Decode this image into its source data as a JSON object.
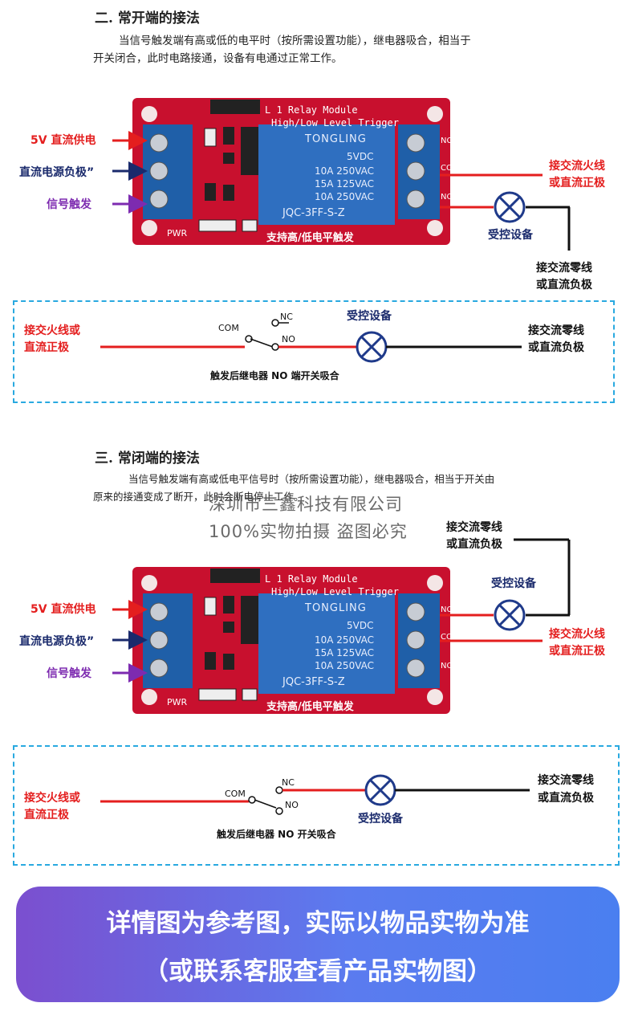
{
  "section2": {
    "title": "二. 常开端的接法",
    "para_line1": "当信号触发端有高或低的电平时（按所需设置功能），继电器吸合，相当于",
    "para_line2": "开关闭合，此时电路接通，设备有电通过正常工作。"
  },
  "section3": {
    "title": "三. 常闭端的接法",
    "para_line1": "当信号触发端有高或低电平信号时（按所需设置功能），继电器吸合，相当于开关由",
    "para_line2": "原来的接通变成了断开，此时会断电停止工作。"
  },
  "board": {
    "line1": "L 1 Relay Module",
    "line2": "High/Low Level Trigger",
    "brand": "TONGLING",
    "spec1": "5VDC",
    "spec2": "10A 250VAC",
    "spec3": "15A 125VAC",
    "spec4": "10A 250VAC",
    "model": "JQC-3FF-S-Z",
    "cn_line": "支持高/低电平触发",
    "pwr": "PWR",
    "nc": "NC",
    "com": "COM",
    "no": "NO"
  },
  "labels": {
    "vcc": "5V  直流供电",
    "gnd": "直流电源负极”",
    "gnd_b": "直流电源负极”",
    "sig": "信号触发",
    "live": "接交流火线",
    "live_or": "或直流正极",
    "neutral": "接交流零线",
    "neutral_or": "或直流负极",
    "device": "受控设备",
    "sch_live": "接交火线或",
    "sch_live2": "直流正极",
    "com": "COM",
    "nc": "NC",
    "no": "NO",
    "caption_no": "触发后继电器 NO 端开关吸合",
    "caption_nc": "触发后继电器 NO 开关吸合"
  },
  "watermark": {
    "line1": "深圳市三鑫科技有限公司",
    "line2": "100%实物拍摄 盗图必究"
  },
  "banner": {
    "line1": "详情图为参考图，实际以物品实物为准",
    "line2": "（或联系客服查看产品实物图）"
  },
  "colors": {
    "wire_red": "#e41e1e",
    "wire_black": "#111111",
    "board_red": "#c8102e",
    "terminal_blue": "#1f5fa8",
    "relay_blue": "#2f6fc0",
    "dash_blue": "#29a9e0"
  }
}
